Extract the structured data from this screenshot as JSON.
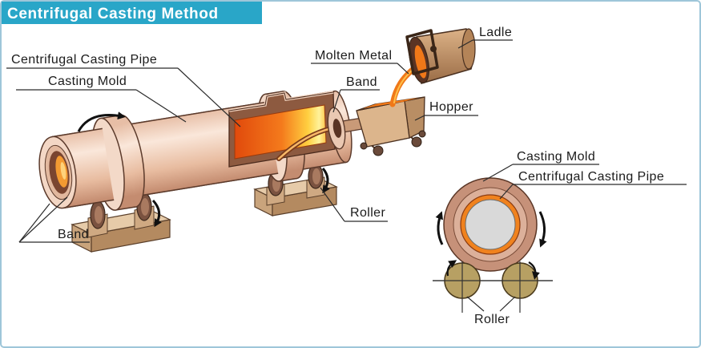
{
  "title": "Centrifugal Casting Method",
  "labels": {
    "ladle": "Ladle",
    "molten_metal": "Molten Metal",
    "centrifugal_casting_pipe": "Centrifugal Casting Pipe",
    "casting_mold": "Casting Mold",
    "band_right": "Band",
    "hopper": "Hopper",
    "roller": "Roller",
    "band_left": "Band"
  },
  "cross_section": {
    "casting_mold": "Casting Mold",
    "centrifugal_casting_pipe": "Centrifugal Casting Pipe",
    "roller": "Roller"
  },
  "colors": {
    "banner": "#29a6c8",
    "title_text": "#ffffff",
    "frame": "#9ec6d9",
    "molten_metal": "#f07818"
  }
}
